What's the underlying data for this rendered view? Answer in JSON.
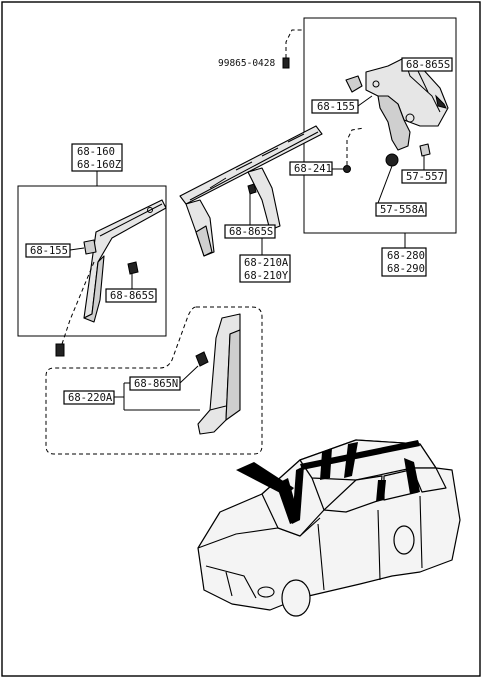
{
  "diagram": {
    "parts": {
      "bolt_top": "99865-0428",
      "right_group_primary": "68-865S",
      "right_clip": "68-155",
      "right_spacer": "68-241",
      "right_fastener_a": "57-557",
      "right_fastener_b": "57-558A",
      "right_group_no1": "68-280",
      "right_group_no2": "68-290",
      "left_group_no1": "68-160",
      "left_group_no2": "68-160Z",
      "left_clip": "68-155",
      "left_clip_b": "68-865S",
      "center_clip": "68-865S",
      "center_trim_no1": "68-210A",
      "center_trim_no2": "68-210Y",
      "lower_clip": "68-865N",
      "lower_trim": "68-220A"
    }
  }
}
